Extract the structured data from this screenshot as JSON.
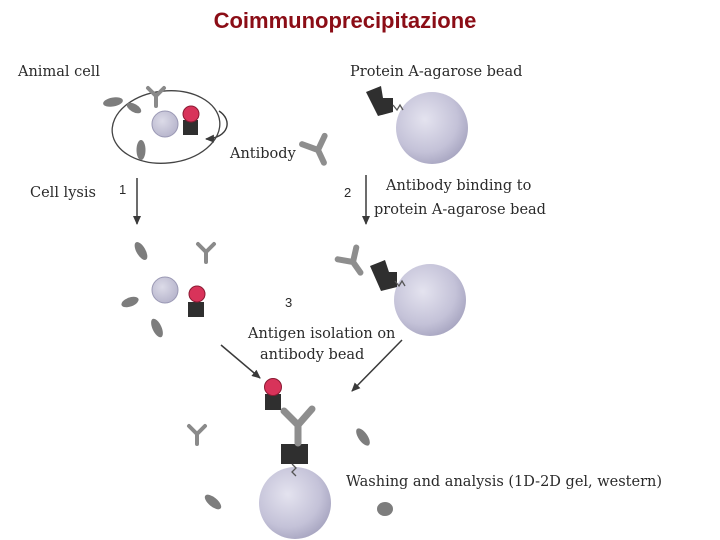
{
  "title": "Coimmunoprecipitazione",
  "labels": {
    "animal_cell": "Animal cell",
    "protein_a_bead": "Protein A-agarose bead",
    "antibody": "Antibody",
    "cell_lysis": "Cell lysis",
    "step1": "1",
    "step2": "2",
    "step3": "3",
    "binding_line1": "Antibody binding to",
    "binding_line2": "protein A-agarose bead",
    "isolation_line1": "Antigen isolation on",
    "isolation_line2": "antibody bead",
    "washing": "Washing and analysis (1D-2D gel, western)"
  },
  "colors": {
    "title": "#8b0d16",
    "antigen": "#d8335a",
    "protein_a": "#2f2f2f",
    "antibody": "#8e8e8e",
    "bead": "#c9c8dc",
    "protein_blob": "#7d7d7d"
  }
}
